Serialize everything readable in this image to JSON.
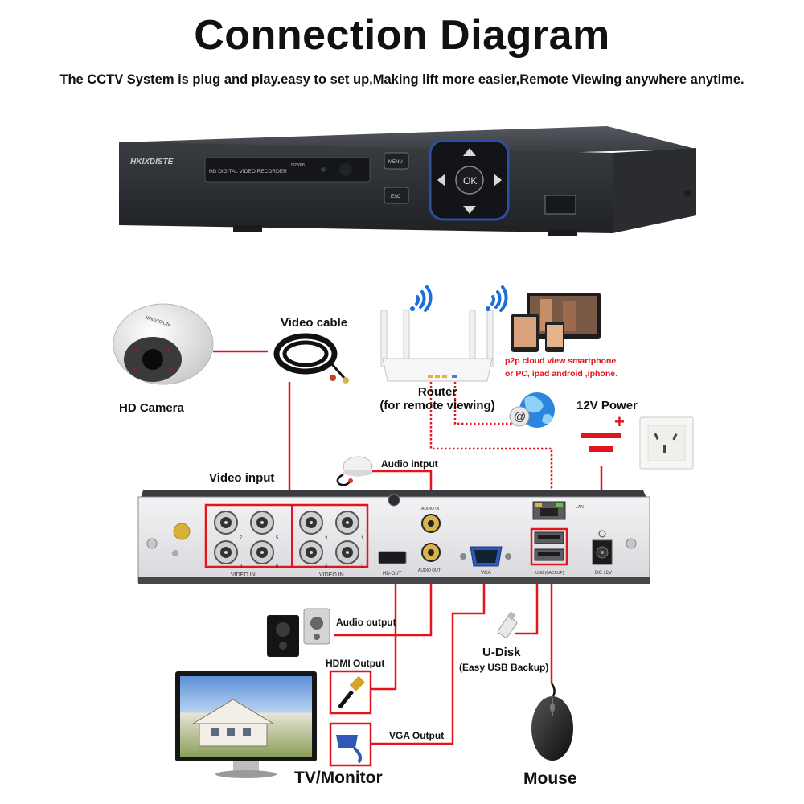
{
  "title": "Connection Diagram",
  "subtitle": "The CCTV System is plug and play.easy to set up,Making lift more easier,Remote Viewing anywhere anytime.",
  "dvr_front": {
    "brand": "HKIXDISTE",
    "display_text": "HD DIGITAL VIDEO RECORDER",
    "power_text": "POWER",
    "menu_button": "MENU",
    "esc_button": "ESC",
    "ok_button": "OK"
  },
  "camera": {
    "label": "HD Camera",
    "brand": "NINIVISION"
  },
  "video_cable": {
    "label": "Video cable"
  },
  "router": {
    "label": "Router",
    "sublabel": "(for remote viewing)"
  },
  "p2p": {
    "line1": "p2p cloud  view smartphone",
    "line2": "or PC, ipad android ,iphone.",
    "link_color": "#e2141d"
  },
  "power": {
    "label": "12V Power",
    "plus": "+"
  },
  "video_input": {
    "label": "Video input"
  },
  "audio_input": {
    "label": "Audio intput"
  },
  "dvr_back": {
    "video_in_1": "VIDEO IN",
    "video_in_2": "VIDEO IN",
    "port_numbers_left": [
      "7",
      "5",
      "8",
      "6"
    ],
    "port_numbers_right": [
      "3",
      "1",
      "4",
      "2"
    ],
    "hdout": "HD-OUT",
    "audio_in": "AUDIO IN",
    "audio_out": "AUDIO OUT",
    "vga": "VGA",
    "lan": "LAN",
    "usb": "USB (BACKUP)",
    "dc": "DC 12V"
  },
  "audio_output": {
    "label": "Audio output"
  },
  "hdmi_output": {
    "label": "HDMI Output"
  },
  "vga_output": {
    "label": "VGA Output"
  },
  "udisk": {
    "label": "U-Disk",
    "sublabel": "(Easy USB Backup)"
  },
  "monitor": {
    "label": "TV/Monitor"
  },
  "mouse": {
    "label": "Mouse"
  },
  "colors": {
    "cable": "#e2141d",
    "dvr_body": "#2b2e33",
    "panel": "#e6e6e8"
  }
}
